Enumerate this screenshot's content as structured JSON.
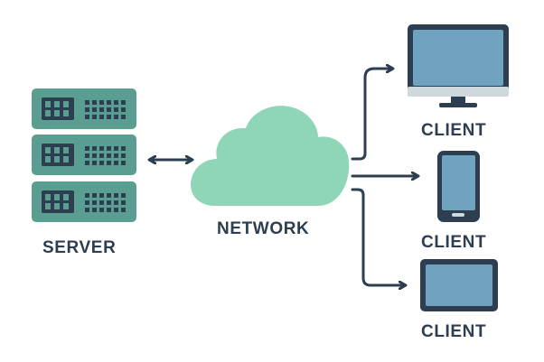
{
  "nodes": {
    "server": {
      "label": "SERVER"
    },
    "network": {
      "label": "NETWORK"
    },
    "clients": [
      {
        "label": "CLIENT",
        "icon": "desktop-monitor-icon"
      },
      {
        "label": "CLIENT",
        "icon": "smartphone-icon"
      },
      {
        "label": "CLIENT",
        "icon": "tablet-icon"
      }
    ]
  },
  "edges": [
    {
      "from": "server",
      "to": "network",
      "direction": "bidirectional"
    },
    {
      "from": "network",
      "to": "client-desktop",
      "direction": "forward"
    },
    {
      "from": "network",
      "to": "client-phone",
      "direction": "forward"
    },
    {
      "from": "network",
      "to": "client-tablet",
      "direction": "forward"
    }
  ],
  "colors": {
    "server_fill": "#5a9e92",
    "server_dark": "#2c3e50",
    "cloud_fill": "#8fd6b9",
    "device_fill": "#6fa3bf",
    "device_frame": "#2c3e50",
    "device_stand": "#cfd8dc",
    "arrow": "#2c3e50",
    "label": "#2c3e50"
  }
}
